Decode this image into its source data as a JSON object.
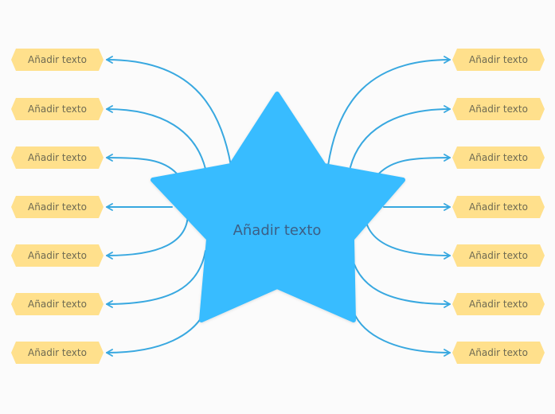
{
  "diagram": {
    "central_node": {
      "label": "Añadir texto"
    },
    "left_nodes": [
      {
        "label": "Añadir texto"
      },
      {
        "label": "Añadir texto"
      },
      {
        "label": "Añadir texto"
      },
      {
        "label": "Añadir texto"
      },
      {
        "label": "Añadir texto"
      },
      {
        "label": "Añadir texto"
      },
      {
        "label": "Añadir texto"
      }
    ],
    "right_nodes": [
      {
        "label": "Añadir texto"
      },
      {
        "label": "Añadir texto"
      },
      {
        "label": "Añadir texto"
      },
      {
        "label": "Añadir texto"
      },
      {
        "label": "Añadir texto"
      },
      {
        "label": "Añadir texto"
      },
      {
        "label": "Añadir texto"
      }
    ]
  },
  "colors": {
    "star_fill": "#38bcff",
    "connector": "#38a8e0",
    "node_fill": "#ffe08c",
    "background": "#fbfbfb"
  }
}
